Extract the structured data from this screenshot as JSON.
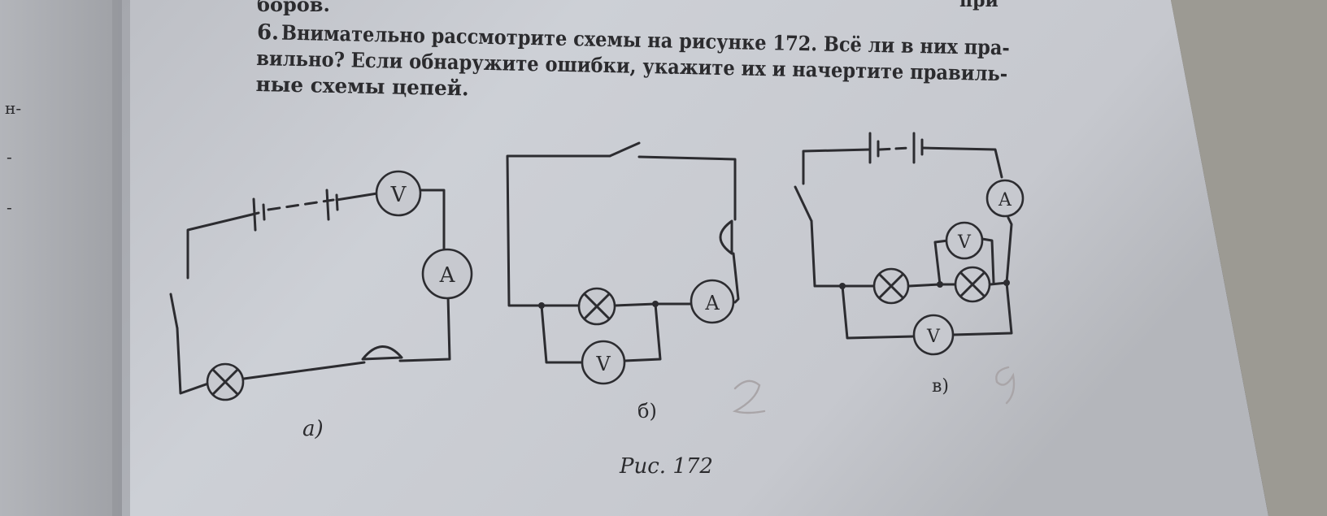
{
  "page": {
    "top_fragment": "боров.",
    "top_right_fragment": "при",
    "margin_fragments": [
      "н-",
      "-",
      "-"
    ]
  },
  "problem": {
    "number": "6.",
    "lines": [
      "Внимательно рассмотрите схемы на рисунке 172. Всё ли в них пра-",
      "вильно? Если обнаружите ошибки, укажите их и начертите правиль-",
      "ные схемы цепей."
    ]
  },
  "circuits": {
    "a": {
      "label": "а)",
      "voltmeter": "V",
      "ammeter": "A"
    },
    "b": {
      "label": "б)",
      "ammeter": "A",
      "voltmeter": "V"
    },
    "v": {
      "label": "в)",
      "ammeter": "A",
      "voltmeter_top": "V",
      "voltmeter_bottom": "V"
    }
  },
  "figure": {
    "caption": "Рис. 172"
  },
  "colors": {
    "page": "#c9cbd1",
    "ink": "#2c2c30",
    "left_page": "#b9bbc0",
    "background": "#8a8a86"
  }
}
